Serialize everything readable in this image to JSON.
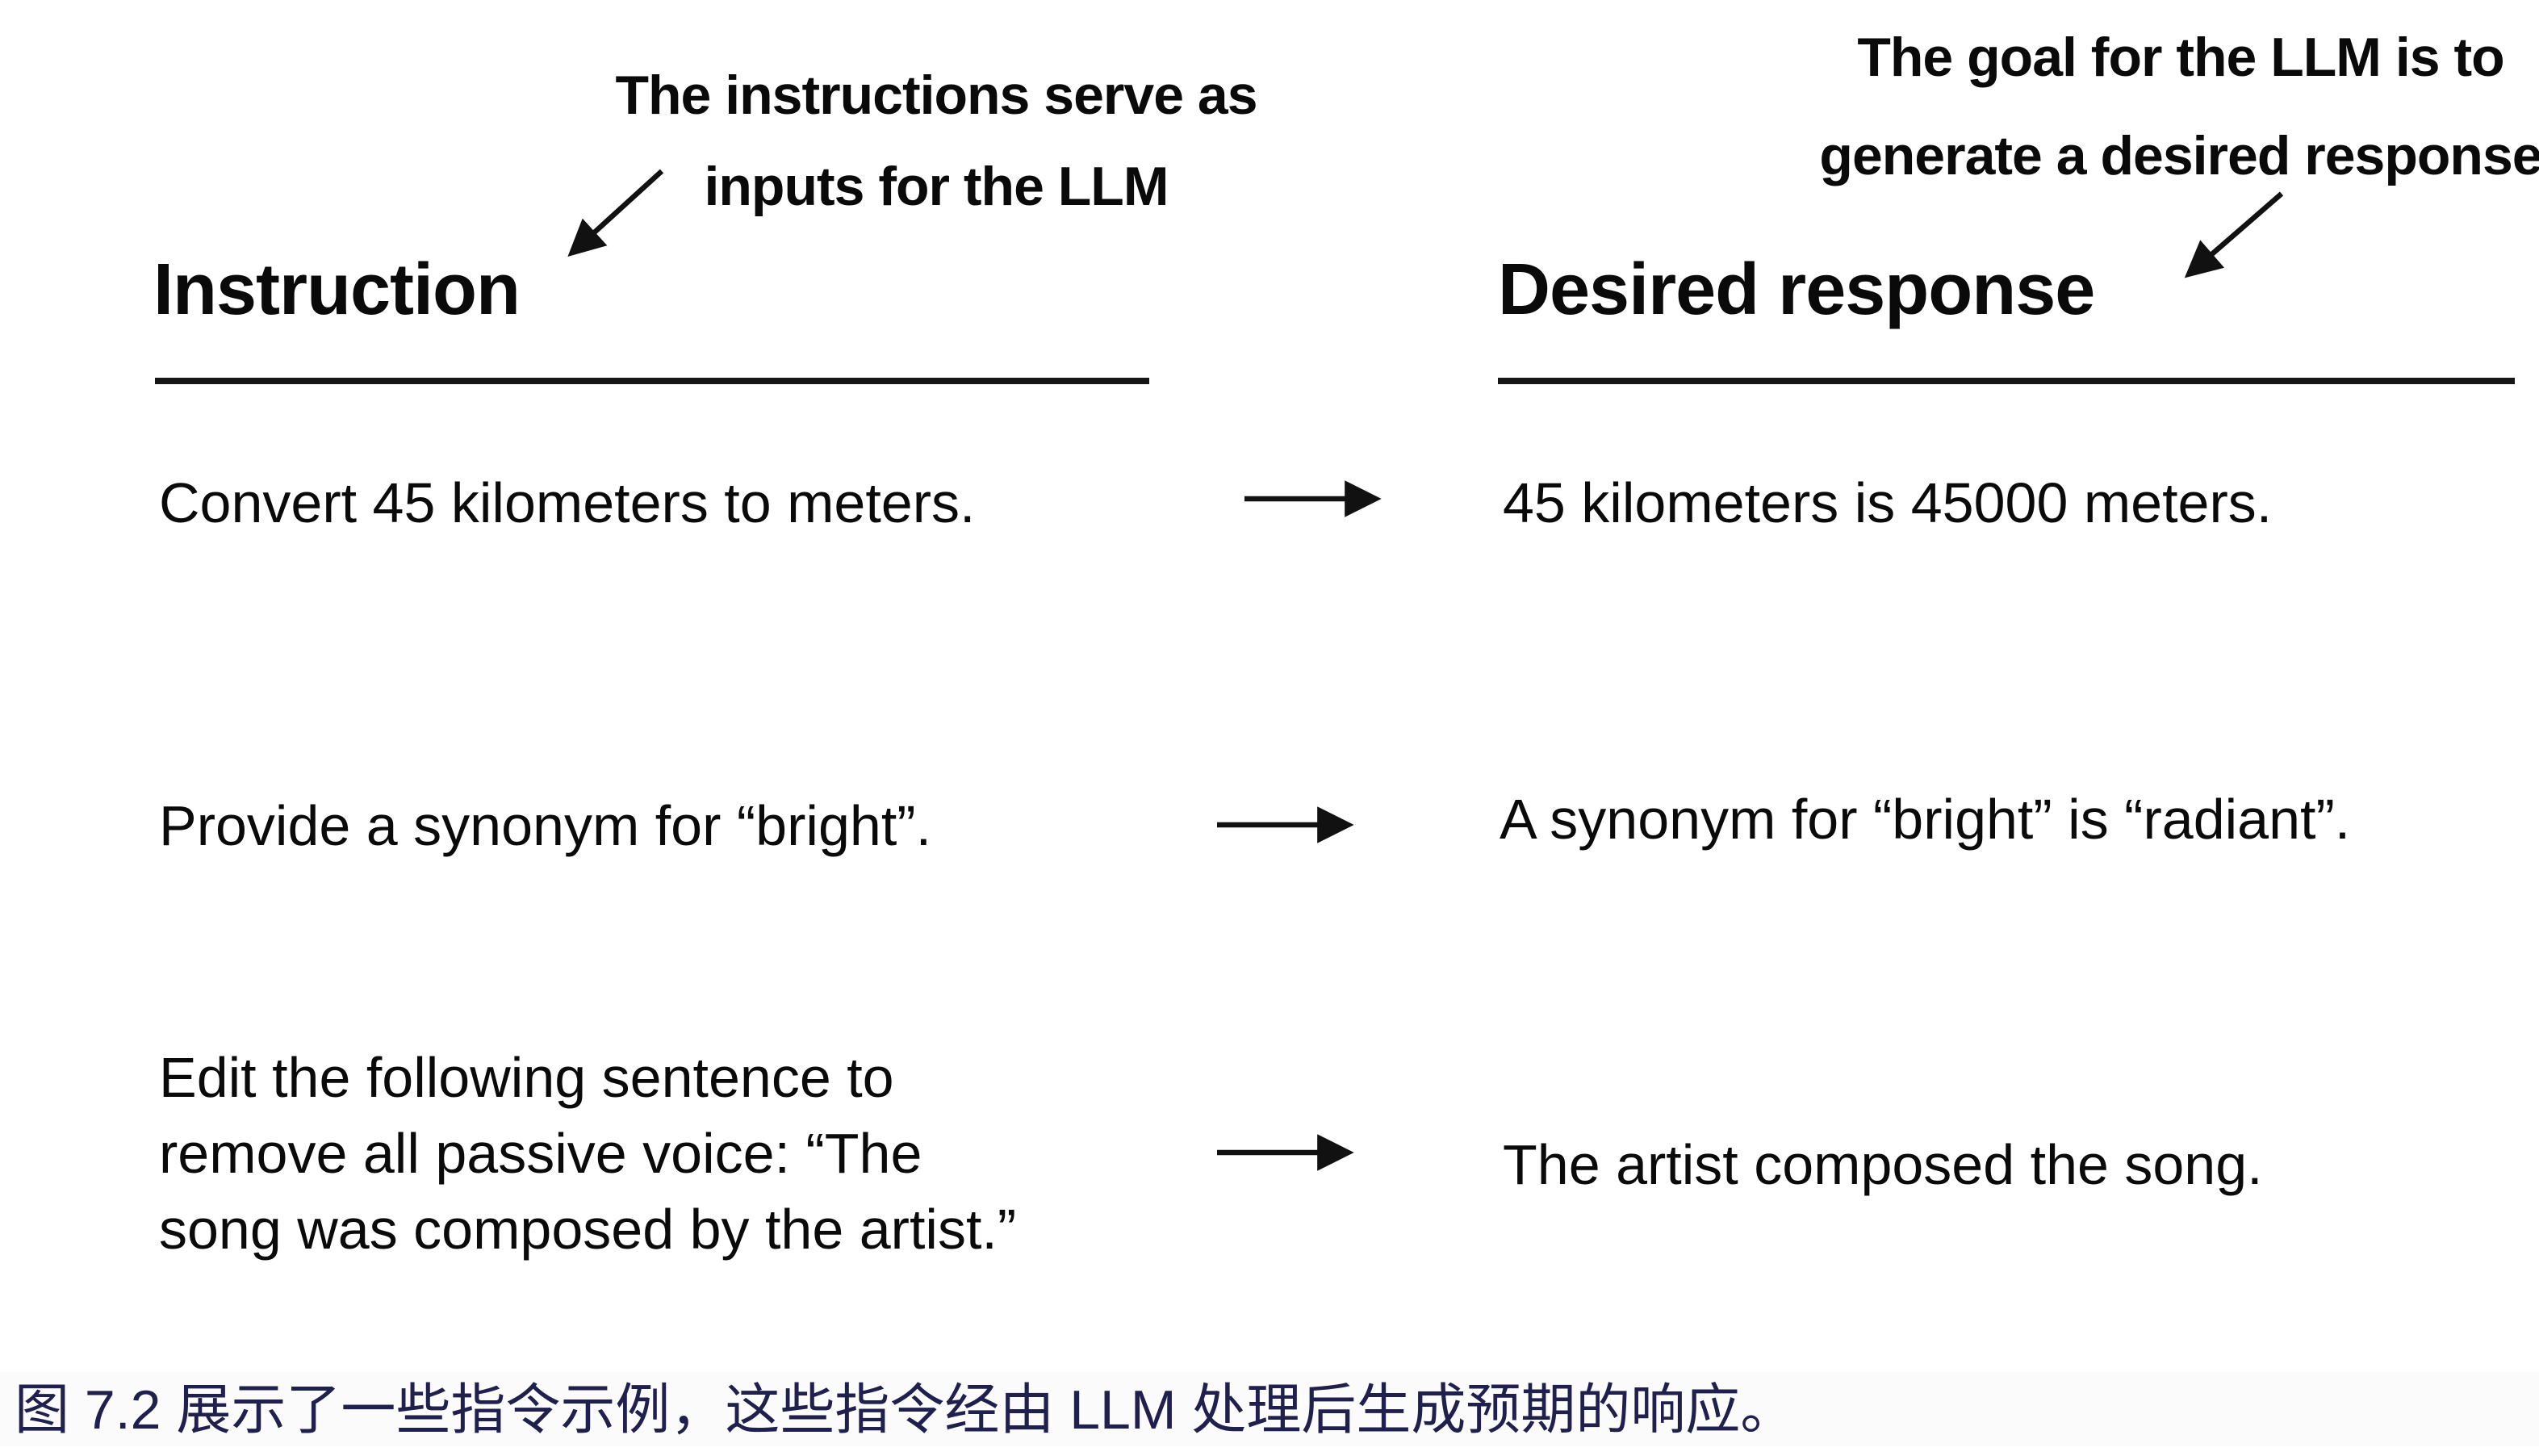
{
  "figure": {
    "background_color": "#ffffff",
    "text_color": "#0a0a0a",
    "caption_color": "#20204e",
    "arrow_color": "#111111"
  },
  "annotations": {
    "left": {
      "line1": "The instructions serve as",
      "line2": "inputs for the LLM"
    },
    "right": {
      "line1": "The goal for the LLM is to",
      "line2": "generate a desired response"
    }
  },
  "columns": {
    "instruction_header": "Instruction",
    "response_header": "Desired response"
  },
  "rows": [
    {
      "instruction_lines": [
        "Convert 45 kilometers to meters."
      ],
      "response_lines": [
        "45 kilometers is 45000 meters."
      ]
    },
    {
      "instruction_lines": [
        "Provide a synonym for “bright”."
      ],
      "response_lines": [
        "A synonym for “bright” is “radiant”."
      ]
    },
    {
      "instruction_lines": [
        "Edit the following sentence to",
        "remove all passive voice: “The",
        "song was composed by the artist.”"
      ],
      "response_lines": [
        "The artist composed the song."
      ]
    }
  ],
  "caption": "图 7.2 展示了一些指令示例，这些指令经由 LLM 处理后生成预期的响应。"
}
